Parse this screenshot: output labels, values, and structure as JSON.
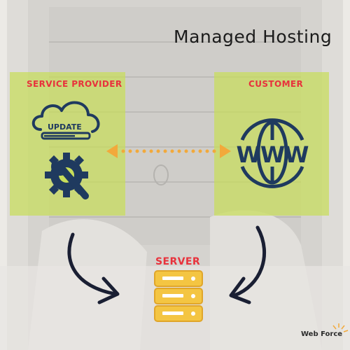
{
  "diagram": {
    "title": "Managed Hosting",
    "nodes": {
      "service_provider": {
        "label": "SERVICE PROVIDER",
        "update_label": "UPDATE"
      },
      "customer": {
        "label": "CUSTOMER",
        "www_label": "WWW"
      },
      "server": {
        "label": "SERVER"
      }
    },
    "edges": [
      {
        "from": "service_provider",
        "to": "customer",
        "style": "dotted",
        "direction": "bidirectional"
      },
      {
        "from": "service_provider",
        "to": "server",
        "style": "solid",
        "direction": "forward"
      },
      {
        "from": "customer",
        "to": "server",
        "style": "solid",
        "direction": "forward"
      }
    ],
    "branding": {
      "text": "Web Force"
    },
    "colors": {
      "panel": "#c8de5a",
      "label_red": "#e8323c",
      "icon_navy": "#1f3a5f",
      "connector_orange": "#f2a93b",
      "server_yellow": "#f4c542"
    }
  }
}
